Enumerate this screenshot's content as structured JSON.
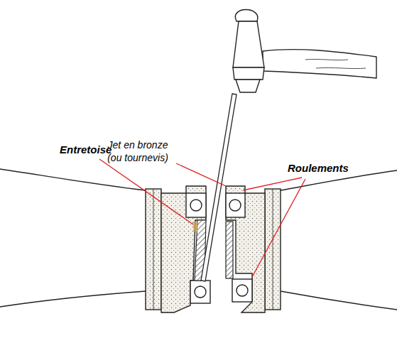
{
  "diagram": {
    "labels": [
      "Jet en bronze (ou tournevis)",
      "Roulements",
      "Entretoise"
    ]
  }
}
